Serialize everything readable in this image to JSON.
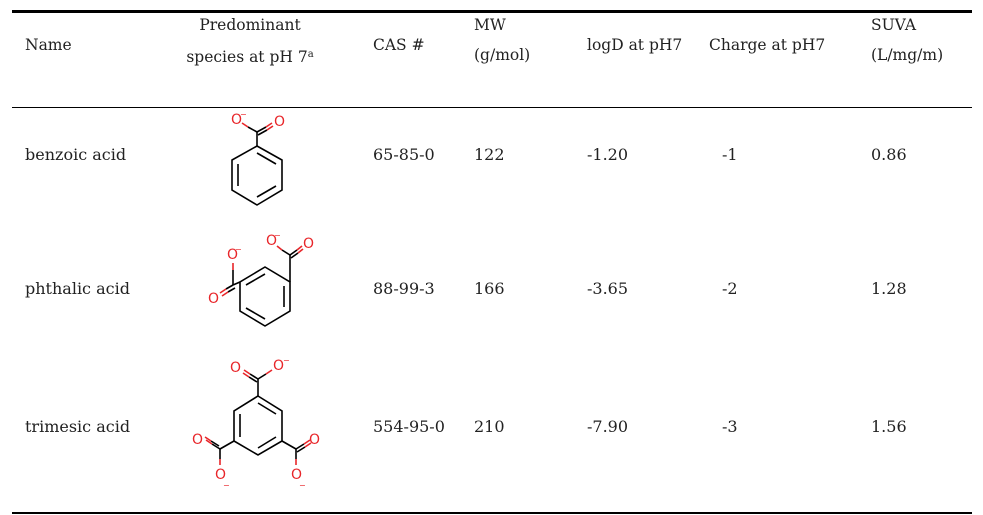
{
  "table": {
    "headers": {
      "name": "Name",
      "species_line1": "Predominant",
      "species_line2": "species at pH 7",
      "species_note": "a",
      "cas": "CAS #",
      "mw_line1": "MW",
      "mw_line2": "(g/mol)",
      "logd": "logD at pH7",
      "charge": "Charge at pH7",
      "suva_line1": "SUVA",
      "suva_line2": "(L/mg/m)"
    },
    "rows": [
      {
        "name": "benzoic acid",
        "cas": "65-85-0",
        "mw": "122",
        "logd": "-1.20",
        "charge": "-1",
        "suva": "0.86"
      },
      {
        "name": "phthalic acid",
        "cas": "88-99-3",
        "mw": "166",
        "logd": "-3.65",
        "charge": "-2",
        "suva": "1.28"
      },
      {
        "name": "trimesic acid",
        "cas": "554-95-0",
        "mw": "210",
        "logd": "-7.90",
        "charge": "-3",
        "suva": "1.56"
      }
    ],
    "atom_labels": {
      "oxygen": "O",
      "minus": "−"
    }
  },
  "colors": {
    "oxygen": "#e8262a",
    "rules": "#000000"
  }
}
